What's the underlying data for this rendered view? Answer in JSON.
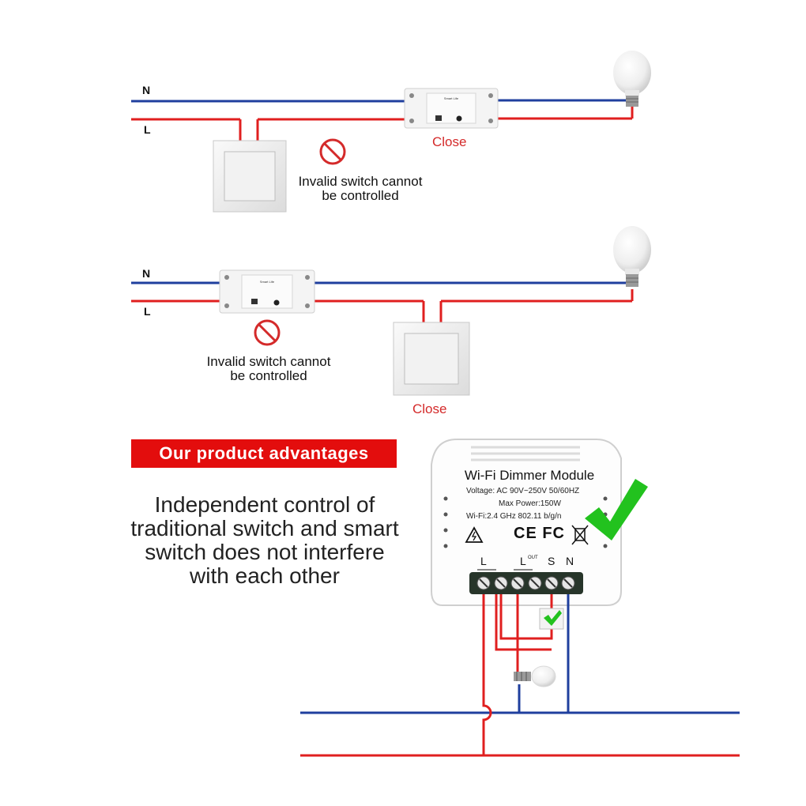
{
  "diagram1": {
    "wire_n": "N",
    "wire_l": "L",
    "close_label": "Close",
    "warning_line1": "Invalid switch cannot",
    "warning_line2": "be controlled",
    "device_brand": "Smart Life"
  },
  "diagram2": {
    "wire_n": "N",
    "wire_l": "L",
    "close_label": "Close",
    "warning_line1": "Invalid switch cannot",
    "warning_line2": "be controlled",
    "device_brand": "Smart Life"
  },
  "advantages": {
    "banner": "Our product advantages",
    "line1": "Independent control of",
    "line2": "traditional switch and smart",
    "line3": "switch does not interfere",
    "line4": "with each other"
  },
  "module": {
    "title": "Wi-Fi Dimmer  Module",
    "voltage": "Voltage: AC 90V~250V   50/60HZ",
    "power": "Max Power:150W",
    "wifi": "Wi-Fi:2.4 GHz    802.11 b/g/n",
    "cert": "CE FC",
    "term_l": "L",
    "term_lout": "L",
    "term_lout_sup": "OUT",
    "term_s": "S",
    "term_n": "N"
  },
  "colors": {
    "neutral": "#1f3f9e",
    "live": "#e01f1f",
    "check": "#22c21e",
    "banner": "#e30d0d",
    "warning": "#d42a2a"
  }
}
